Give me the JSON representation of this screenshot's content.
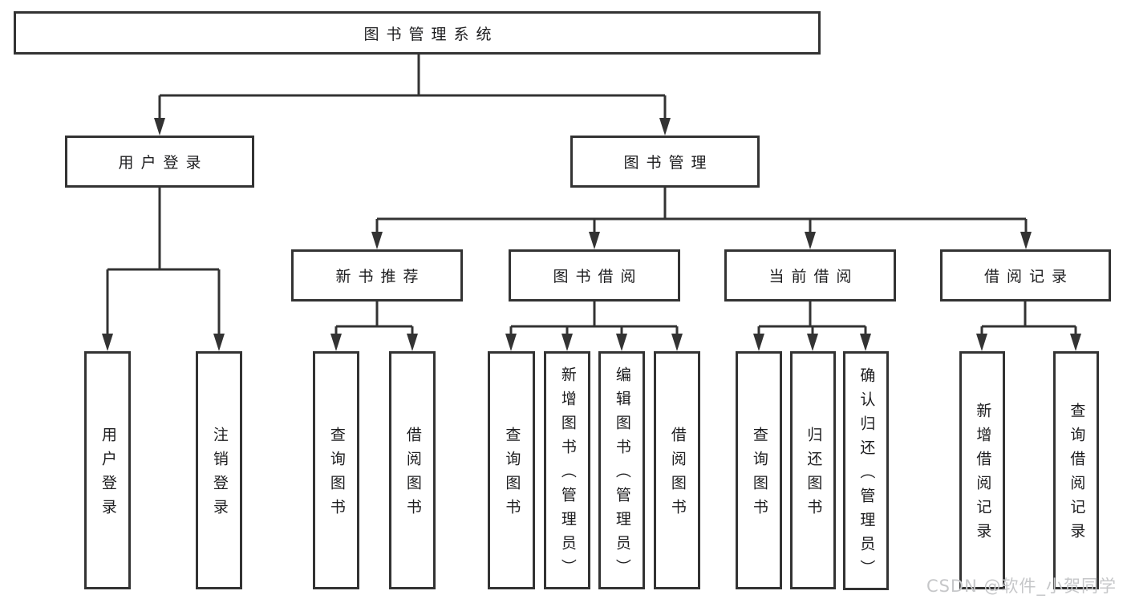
{
  "diagram": {
    "root": {
      "label": "图书管理系统"
    },
    "level2": [
      {
        "label": "用户登录",
        "children": [
          {
            "label": "用户登录"
          },
          {
            "label": "注销登录"
          }
        ]
      },
      {
        "label": "图书管理"
      }
    ],
    "level3": [
      {
        "label": "新书推荐",
        "children": [
          {
            "label": "查询图书"
          },
          {
            "label": "借阅图书"
          }
        ]
      },
      {
        "label": "图书借阅",
        "children": [
          {
            "label": "查询图书"
          },
          {
            "label": "新增图书（管理员）"
          },
          {
            "label": "编辑图书（管理员）"
          },
          {
            "label": "借阅图书"
          }
        ]
      },
      {
        "label": "当前借阅",
        "children": [
          {
            "label": "查询图书"
          },
          {
            "label": "归还图书"
          },
          {
            "label": "确认归还（管理员）"
          }
        ]
      },
      {
        "label": "借阅记录",
        "children": [
          {
            "label": "新增借阅记录"
          },
          {
            "label": "查询借阅记录"
          }
        ]
      }
    ]
  },
  "watermark": {
    "text": "CSDN @软件_小贺同学"
  },
  "colors": {
    "line": "#333333",
    "box_border": "#333333",
    "text": "#1d1d1f",
    "background": "#ffffff",
    "watermark": "#c6c7c9"
  }
}
